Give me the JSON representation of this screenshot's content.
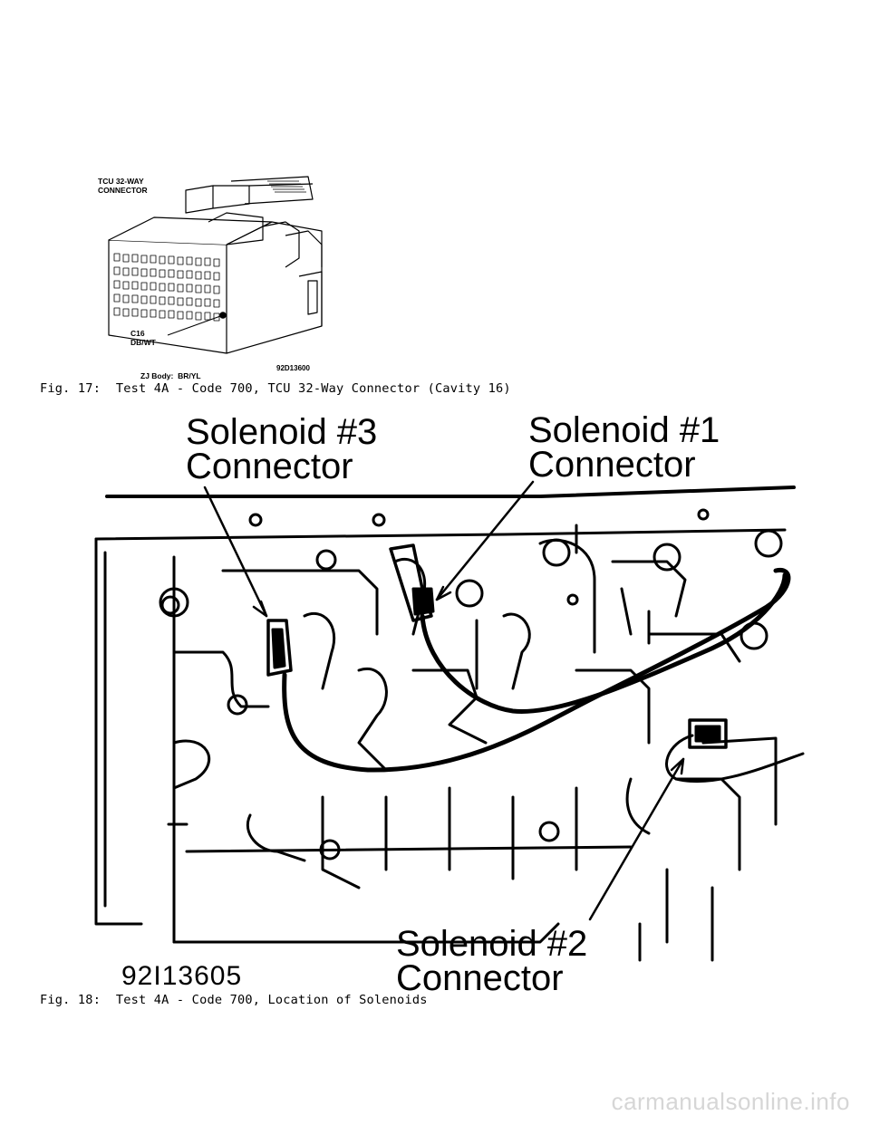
{
  "figure17": {
    "labels": {
      "connector_title_line1": "TCU 32-WAY",
      "connector_title_line2": "CONNECTOR",
      "cavity_line1": "C16",
      "cavity_line2": "DB/WT",
      "body_note": "ZJ Body:  BR/YL",
      "part_code": "92D13600"
    },
    "caption": "Fig. 17:  Test 4A - Code 700, TCU 32-Way Connector (Cavity 16)"
  },
  "figure18": {
    "labels": {
      "solenoid3_line1": "Solenoid #3",
      "solenoid3_line2": "Connector",
      "solenoid1_line1": "Solenoid #1",
      "solenoid1_line2": "Connector",
      "solenoid2_line1": "Solenoid #2",
      "solenoid2_line2": "Connector",
      "part_code": "92I13605"
    },
    "caption": "Fig. 18:  Test 4A - Code 700, Location of Solenoids"
  },
  "watermark": "carmanualsonline.info"
}
